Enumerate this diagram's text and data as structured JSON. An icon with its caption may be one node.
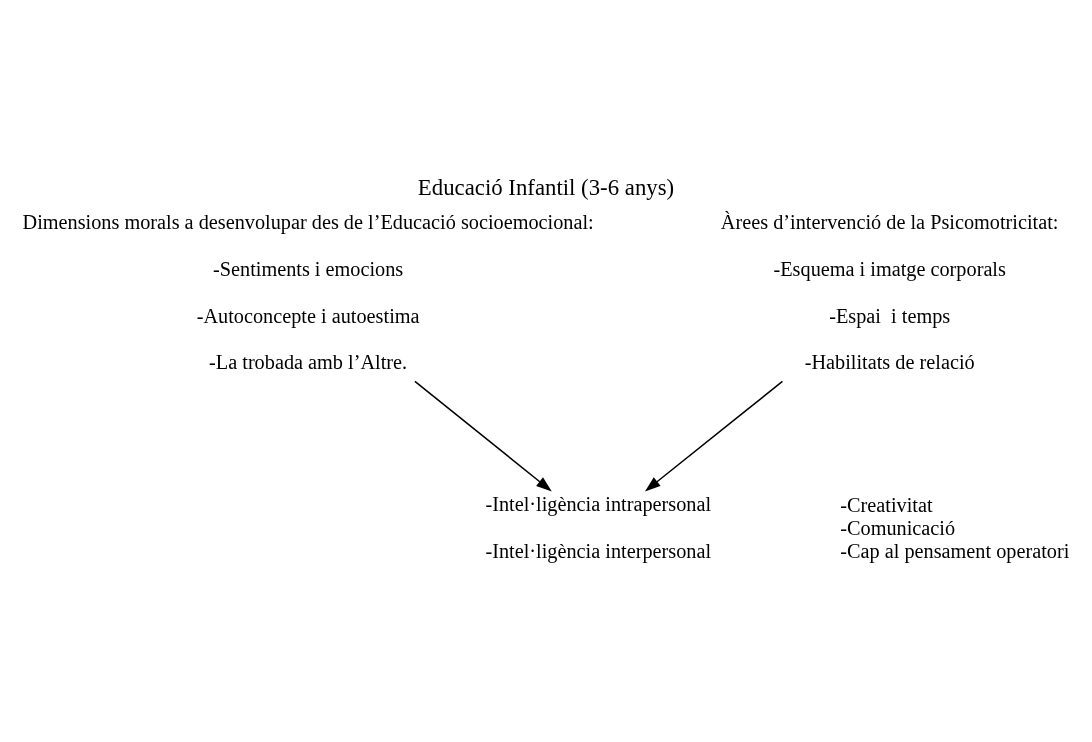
{
  "diagram": {
    "title": "Educació Infantil (3-6 anys)",
    "nodes": [
      {
        "text": [
          "Dimensions morals a desenvolupar des de l’Educació socioemocional:",
          "-Sentiments i emocions",
          "-Autoconcepte i autoestima",
          "-La trobada amb l’Altre."
        ]
      },
      {
        "text": [
          "Àrees d’intervenció de la Psicomotricitat:",
          "-Esquema i imatge corporals",
          "-Espai  i temps",
          "-Habilitats de relació"
        ]
      },
      {
        "text": [
          "-Intel·ligència intrapersonal",
          "-Intel·ligència interpersonal"
        ]
      }
    ],
    "edges": [
      {
        "from": 0,
        "to": 2,
        "arrow": "to"
      },
      {
        "from": 1,
        "to": 2,
        "arrow": "to"
      }
    ],
    "labels": [
      "-Creativitat",
      "-Comunicació",
      "-Cap al pensament operatori"
    ]
  }
}
